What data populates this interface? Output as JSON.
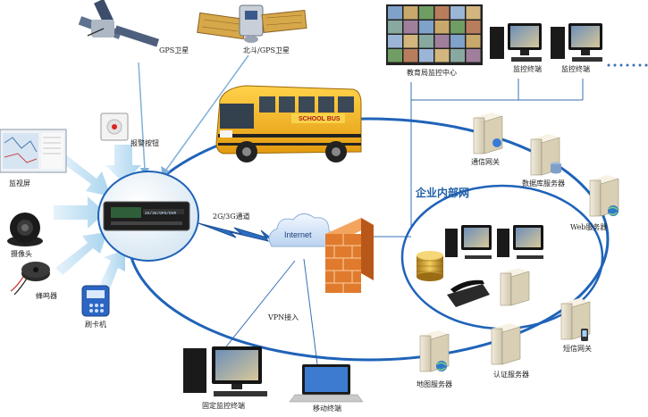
{
  "colors": {
    "network_ring": "#1f63b8",
    "arrow_light": "#bfe0f2",
    "internet_cloud": "#dbe9fa",
    "firewall": "#e07a2c",
    "bus_yellow": "#f2b21b",
    "internal_title": "#1f5fa8"
  },
  "satellites": {
    "gps_label": "GPS卫星",
    "beidou_label": "北斗/GPS卫星"
  },
  "alarm": {
    "label": "报警按钮"
  },
  "bus": {
    "sign_text": "SCHOOL BUS"
  },
  "monitor_center": {
    "label": "教育局监控中心"
  },
  "terminals": {
    "monitor_terminal_1": "监控终端",
    "monitor_terminal_2": "监控终端"
  },
  "peripherals": {
    "screen": "监视屏",
    "camera": "摄像头",
    "buzzer": "蜂鸣器",
    "card_reader": "刷卡机"
  },
  "device": {
    "panel_text": "2G/3G/GPS/DVR"
  },
  "links": {
    "wireless": "2G/3G通道",
    "vpn": "VPN接入"
  },
  "internet": {
    "label": "Internet"
  },
  "enterprise": {
    "title": "企业内部网",
    "gateway": "通信网关",
    "db_server": "数据库服务器",
    "web_server": "Web服务器",
    "sms_gateway": "短信网关",
    "auth_server": "认证服务器",
    "map_server": "地图服务器"
  },
  "fixed_terminal": {
    "label": "固定监控终端"
  },
  "mobile_terminal": {
    "label": "移动终端"
  },
  "icons": [
    "satellite-icon",
    "alarm-button-icon",
    "school-bus-icon",
    "video-wall-icon",
    "desktop-pc-icon",
    "monitor-screen-icon",
    "camera-icon",
    "buzzer-icon",
    "card-reader-icon",
    "vehicle-terminal-icon",
    "lightning-icon",
    "cloud-icon",
    "firewall-icon",
    "server-icon",
    "database-icon",
    "telephone-icon",
    "globe-icon",
    "coin-stack-icon",
    "laptop-icon",
    "phone-icon"
  ]
}
